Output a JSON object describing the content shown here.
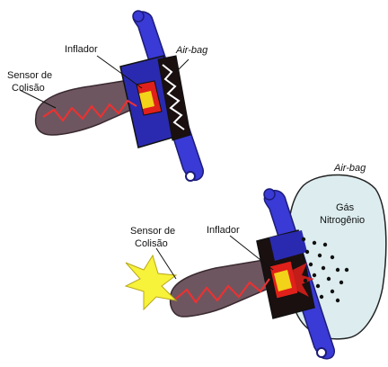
{
  "panel_top": {
    "sensor_label_line1": "Sensor de",
    "sensor_label_line2": "Colisão",
    "inflator_label": "Inflador",
    "airbag_label": "Air-bag"
  },
  "panel_bottom": {
    "sensor_label_line1": "Sensor de",
    "sensor_label_line2": "Colisão",
    "inflator_label": "Inflador",
    "airbag_label": "Air-bag",
    "gas_label_line1": "Gás",
    "gas_label_line2": "Nitrogênio"
  },
  "colors": {
    "steering_column": "#6e5660",
    "wheel_blue": "#3a3ad6",
    "wheel_dark": "#1c1c78",
    "hub_black": "#1a1010",
    "inflator_red": "#e0201a",
    "inflator_yellow": "#f3d21a",
    "airbag_fill": "#dcecef",
    "spark_yellow": "#f7f23a",
    "signal_red": "#f03030"
  }
}
